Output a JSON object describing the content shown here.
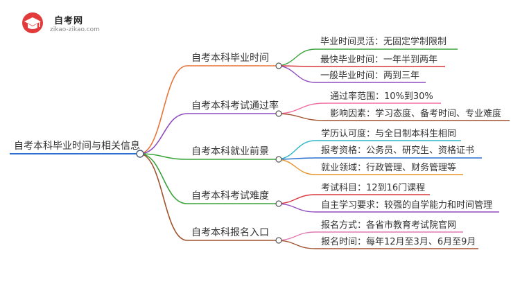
{
  "logo": {
    "title": "自考网",
    "subtitle": "zikao-zikao.com"
  },
  "root": {
    "label": "自考本科毕业时间与相关信息"
  },
  "branches": [
    {
      "label": "自考本科毕业时间",
      "color": "#e8733a",
      "leaves": [
        {
          "label": "毕业时间灵活：无固定学制限制",
          "color": "#3aa23a"
        },
        {
          "label": "最快毕业时间：一年半到两年",
          "color": "#d9363e"
        },
        {
          "label": "一般毕业时间：两到三年",
          "color": "#8e4bbf"
        }
      ]
    },
    {
      "label": "自考本科考试通过率",
      "color": "#8e4bbf",
      "leaves": [
        {
          "label": "通过率范围：10%到30%",
          "color": "#f06ca0"
        },
        {
          "label": "影响因素：学习态度、备考时间、专业难度",
          "color": "#a0522d"
        }
      ]
    },
    {
      "label": "自考本科就业前景",
      "color": "#3aa23a",
      "leaves": [
        {
          "label": "学历认可度：与全日制本科生相同",
          "color": "#2bb5c9"
        },
        {
          "label": "报考资格：公务员、研究生、资格证书",
          "color": "#2a6fd0"
        },
        {
          "label": "就业领域：行政管理、财务管理等",
          "color": "#e8942a"
        }
      ]
    },
    {
      "label": "自考本科考试难度",
      "color": "#3aa23a",
      "leaves": [
        {
          "label": "考试科目：12到16门课程",
          "color": "#d9363e"
        },
        {
          "label": "自主学习要求：较强的自学能力和时间管理",
          "color": "#8e4bbf"
        }
      ]
    },
    {
      "label": "自考本科报名入口",
      "color": "#a0522d",
      "leaves": [
        {
          "label": "报名方式：各省市教育考试院官网",
          "color": "#e07ab0"
        },
        {
          "label": "报名时间：每年12月至3月、6月至9月",
          "color": "#a0522d"
        }
      ]
    }
  ],
  "colors": {
    "root_underline": "#2a6fd0",
    "node_fill": "#ffffff"
  }
}
